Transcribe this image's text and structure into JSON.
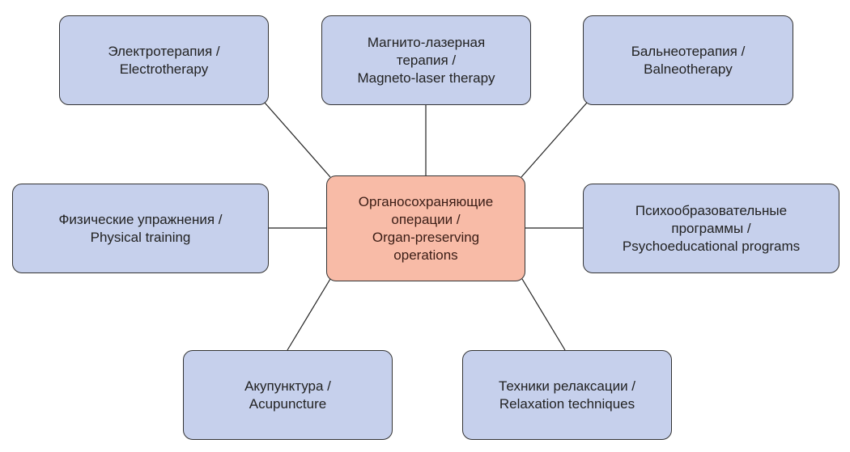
{
  "colors": {
    "node": "#c6d0ec",
    "center": "#f8bba7",
    "line": "#222222"
  },
  "center": {
    "lines": [
      "Органосохраняющие",
      "операции /",
      "Organ-preserving",
      "operations"
    ]
  },
  "nodes": [
    {
      "id": "electrotherapy",
      "lines": [
        "Электротерапия /",
        "Electrotherapy"
      ]
    },
    {
      "id": "magneto-laser",
      "lines": [
        "Магнито-лазерная",
        "терапия /",
        "Magneto-laser therapy"
      ]
    },
    {
      "id": "balneotherapy",
      "lines": [
        "Бальнеотерапия /",
        "Balneotherapy"
      ]
    },
    {
      "id": "physical-training",
      "lines": [
        "Физические упражнения /",
        "Physical training"
      ]
    },
    {
      "id": "psychoeducational",
      "lines": [
        "Психообразовательные",
        "программы /",
        "Psychoeducational programs"
      ]
    },
    {
      "id": "acupuncture",
      "lines": [
        "Акупунктура /",
        "Acupuncture"
      ]
    },
    {
      "id": "relaxation",
      "lines": [
        "Техники релаксации /",
        "Relaxation techniques"
      ]
    }
  ]
}
